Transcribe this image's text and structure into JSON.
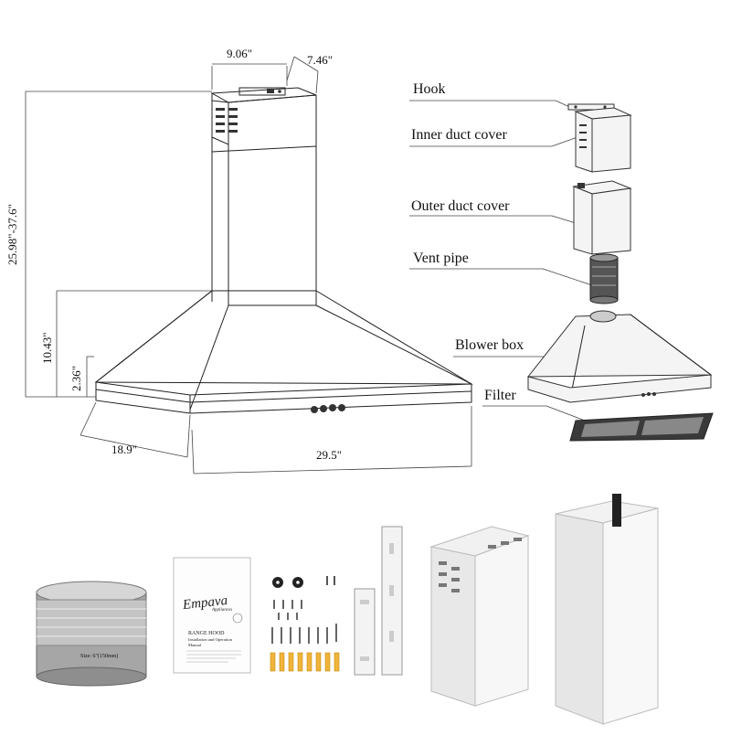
{
  "dimensions": {
    "chimney_width": "9.06\"",
    "chimney_depth": "7.46\"",
    "total_height": "25.98\"-37.6\"",
    "canopy_height": "10.43\"",
    "edge_height": "2.36\"",
    "depth": "18.9\"",
    "width": "29.5\""
  },
  "parts": {
    "hook": "Hook",
    "inner_duct_cover": "Inner duct cover",
    "outer_duct_cover": "Outer duct cover",
    "vent_pipe": "Vent pipe",
    "blower_box": "Blower box",
    "filter": "Filter"
  },
  "manual": {
    "brand": "Empava",
    "brand_sub": "Appliances",
    "title_line1": "RANGE HOOD",
    "title_line2": "Installation and Operation",
    "title_line3": "Manual"
  },
  "vent_pipe_label": "Size: 6\"(150mm)"
}
